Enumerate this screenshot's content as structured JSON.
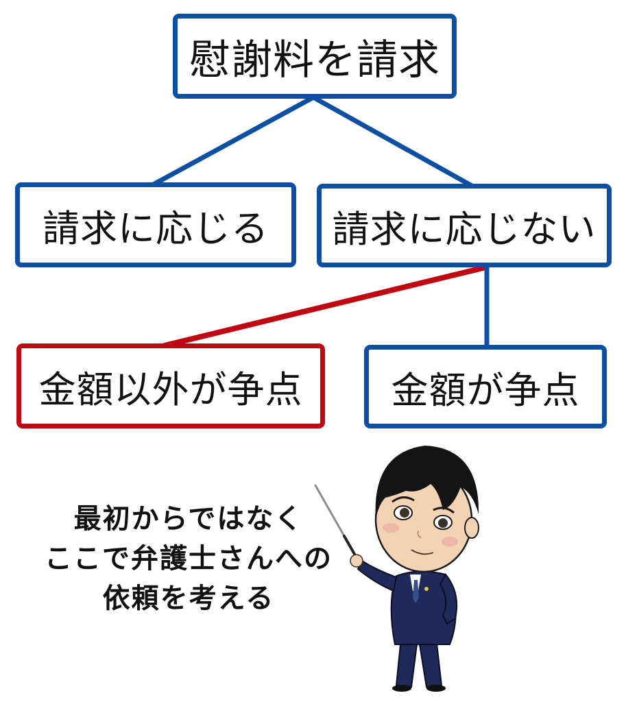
{
  "diagram": {
    "root": {
      "label": "慰謝料を請求",
      "border_color": "#0d4fa3"
    },
    "level2": [
      {
        "label": "請求に応じる",
        "border_color": "#0d4fa3"
      },
      {
        "label": "請求に応じない",
        "border_color": "#0d4fa3"
      }
    ],
    "level3": [
      {
        "label": "金額以外が争点",
        "border_color": "#c00812",
        "highlighted": true
      },
      {
        "label": "金額が争点",
        "border_color": "#0d4fa3"
      }
    ],
    "edges": [
      {
        "from": "慰謝料を請求",
        "to": "請求に応じる",
        "color": "#0d4fa3"
      },
      {
        "from": "慰謝料を請求",
        "to": "請求に応じない",
        "color": "#0d4fa3"
      },
      {
        "from": "請求に応じない",
        "to": "金額以外が争点",
        "color": "#c00812"
      },
      {
        "from": "請求に応じない",
        "to": "金額が争点",
        "color": "#0d4fa3"
      }
    ]
  },
  "note": {
    "lines": [
      "最初からではなく",
      "ここで弁護士さんへの",
      "依頼を考える"
    ]
  },
  "character": {
    "description": "lawyer-character-with-pointer",
    "suit_color": "#1f2a5a",
    "hair_color": "#141414",
    "skin_color": "#f3d3b4"
  },
  "colors": {
    "blue": "#0d4fa3",
    "red": "#c00812",
    "text": "#111111",
    "background": "#ffffff"
  }
}
